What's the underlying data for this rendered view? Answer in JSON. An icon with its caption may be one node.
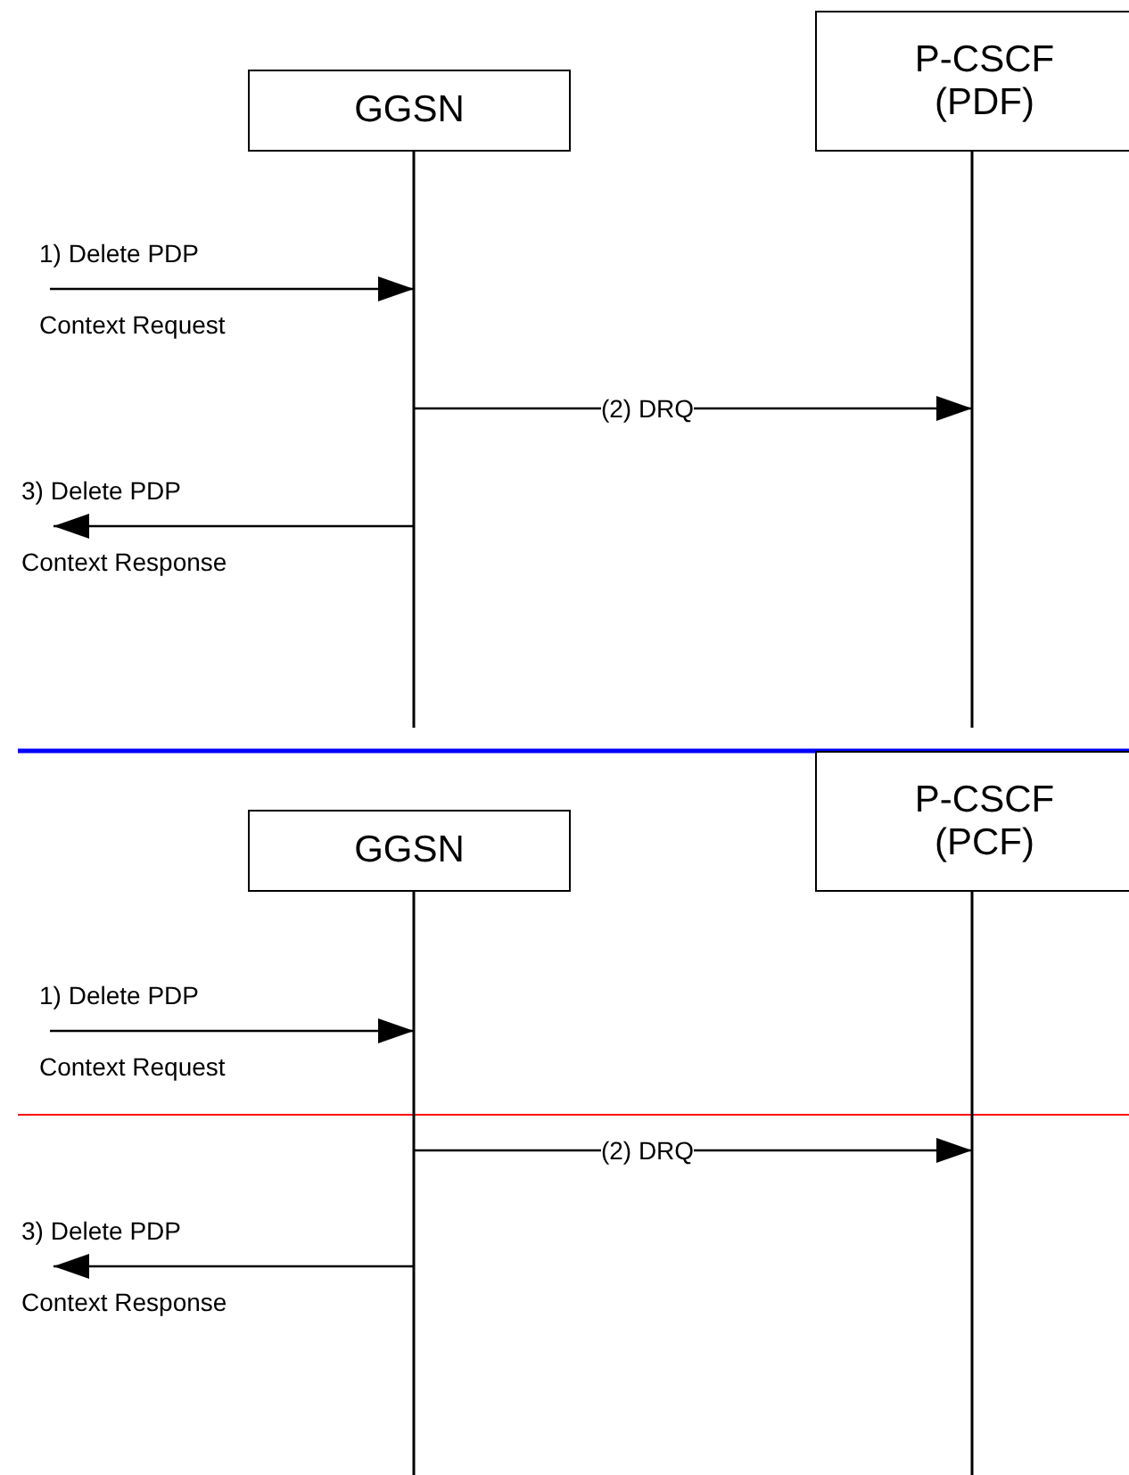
{
  "diagram": {
    "nodes": [
      {
        "text": [
          "GGSN"
        ]
      },
      {
        "text": [
          "P-CSCF (PDF)"
        ]
      },
      {
        "text": [
          "GGSN"
        ]
      },
      {
        "text": [
          "P-CSCF (PCF)"
        ]
      }
    ],
    "edges": [
      {
        "from": null,
        "to": 0,
        "arrow": "to",
        "label": "1) Delete PDP Context Request"
      },
      {
        "from": 0,
        "to": 1,
        "arrow": "to",
        "label": "(2) DRQ"
      },
      {
        "from": 0,
        "to": null,
        "arrow": "to",
        "label": "3) Delete PDP Context Response"
      },
      {
        "from": null,
        "to": 2,
        "arrow": "to",
        "label": "1) Delete PDP Context Request"
      },
      {
        "from": 2,
        "to": 3,
        "arrow": "to",
        "label": "(2) DRQ"
      },
      {
        "from": 2,
        "to": null,
        "arrow": "to",
        "label": "3) Delete PDP Context Response"
      }
    ]
  }
}
